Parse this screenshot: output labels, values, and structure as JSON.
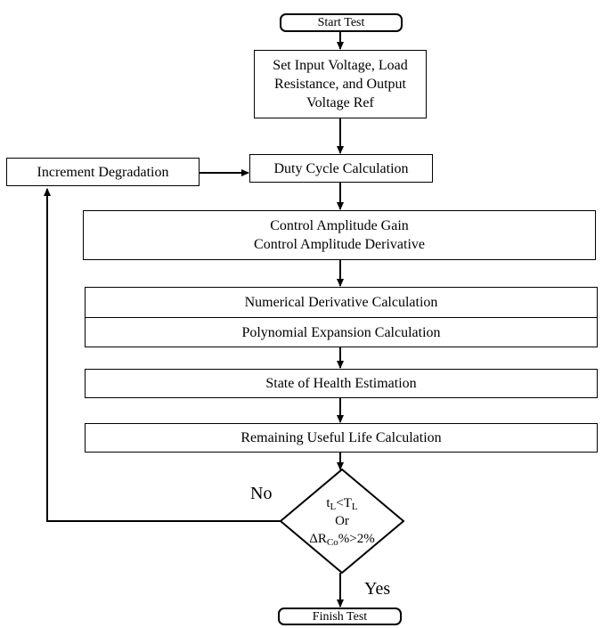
{
  "nodes": {
    "start": "Start Test",
    "setup_line1": "Set Input Voltage, Load",
    "setup_line2": "Resistance, and Output",
    "setup_line3": "Voltage Ref",
    "increment": "Increment Degradation",
    "duty": "Duty Cycle Calculation",
    "control_line1": "Control Amplitude Gain",
    "control_line2": "Control Amplitude Derivative",
    "numerical": "Numerical Derivative Calculation",
    "polynomial": "Polynomial Expansion Calculation",
    "soh": "State of Health Estimation",
    "rul": "Remaining Useful Life Calculation",
    "finish": "Finish Test"
  },
  "decision": {
    "cond1_a": "t",
    "cond1_a_sub": "L",
    "cond1_op": "<",
    "cond1_b": "T",
    "cond1_b_sub": "L",
    "or": "Or",
    "cond2_a": "ΔR",
    "cond2_a_sub": "Co",
    "cond2_rest": "%>2%"
  },
  "branches": {
    "no": "No",
    "yes": "Yes"
  }
}
